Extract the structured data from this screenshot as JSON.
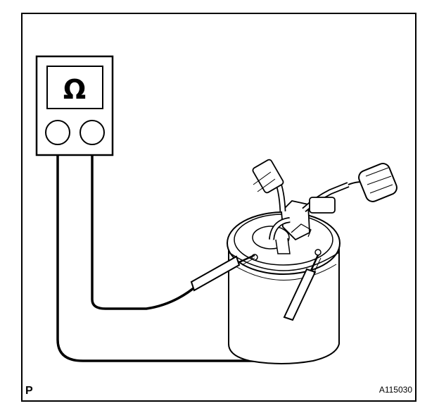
{
  "diagram": {
    "meter_symbol": "Ω",
    "corner_letter": "P",
    "figure_id": "A115030"
  },
  "icons": {
    "meter": "ohmmeter-icon",
    "probe": "probe-icon",
    "fuel_pump": "fuel-pump-assembly-icon"
  }
}
